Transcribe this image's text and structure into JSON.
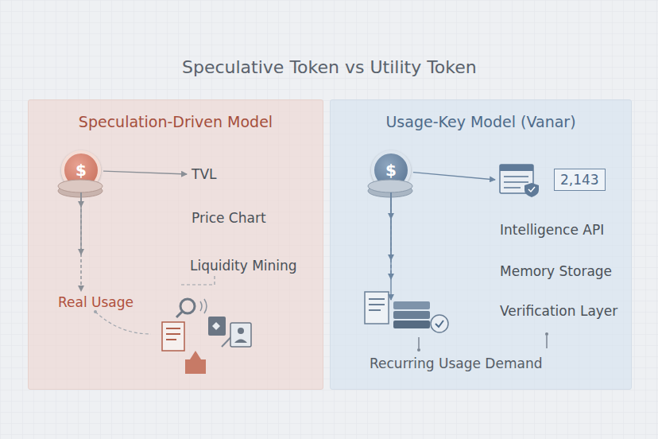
{
  "diagram": {
    "title": "Speculative Token vs Utility Token",
    "nodes": [
      {
        "text": [
          "Speculation-Driven Model"
        ]
      },
      {
        "text": [
          "$"
        ],
        "in": 0
      },
      {
        "text": [
          "TVL"
        ],
        "in": 0
      },
      {
        "text": [
          "Price Chart"
        ],
        "in": 0
      },
      {
        "text": [
          "Liquidity Mining"
        ],
        "in": 0
      },
      {
        "text": [
          "Real Usage"
        ],
        "in": 0
      },
      {
        "text": [
          "Usage-Key Model (Vanar)"
        ]
      },
      {
        "text": [
          "$"
        ],
        "in": 6
      },
      {
        "text": [
          "2,143"
        ],
        "in": 6
      },
      {
        "text": [
          "Intelligence API"
        ],
        "in": 6
      },
      {
        "text": [
          "Memory Storage"
        ],
        "in": 6
      },
      {
        "text": [
          "Verification Layer"
        ],
        "in": 6
      },
      {
        "text": [
          "Recurring Usage Demand"
        ],
        "in": 6
      }
    ],
    "edges": [
      {
        "from": 1,
        "to": 2,
        "arrow": "to"
      },
      {
        "from": 1,
        "to": 3,
        "arrow": "to"
      },
      {
        "from": 1,
        "to": 4,
        "arrow": "to"
      },
      {
        "from": 1,
        "to": 5,
        "arrow": "to"
      },
      {
        "from": 7,
        "to": 8,
        "arrow": "to"
      },
      {
        "from": 7,
        "to": 9,
        "arrow": "to"
      },
      {
        "from": 7,
        "to": 10,
        "arrow": "to"
      },
      {
        "from": 7,
        "to": 11,
        "arrow": "to"
      },
      {
        "from": 7,
        "to": 12,
        "arrow": "to"
      }
    ],
    "labels": [
      "$"
    ]
  }
}
